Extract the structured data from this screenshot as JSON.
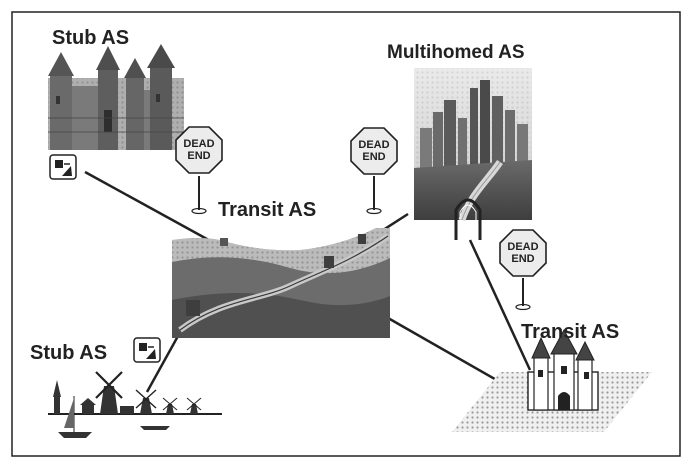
{
  "labels": {
    "stub_top": "Stub AS",
    "stub_bottom": "Stub AS",
    "multihomed": "Multihomed AS",
    "transit_center": "Transit AS",
    "transit_right": "Transit AS"
  },
  "signs": {
    "left": [
      "DEAD",
      "END"
    ],
    "middle": [
      "DEAD",
      "END"
    ],
    "right": [
      "DEAD",
      "END"
    ]
  },
  "colors": {
    "ink": "#222222",
    "photo_dark": "#4a4a4a",
    "photo_mid": "#8a8a8a",
    "photo_light": "#cfcfcf",
    "sign_fill": "#e6e6e6"
  }
}
